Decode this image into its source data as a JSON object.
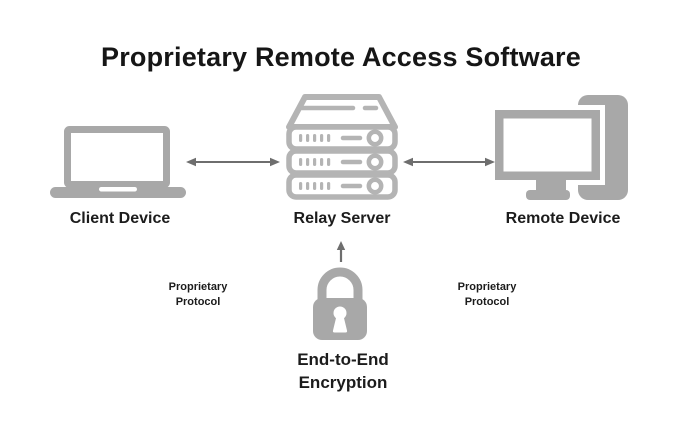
{
  "title": "Proprietary Remote Access Software",
  "nodes": {
    "client": {
      "label": "Client Device",
      "icon": "laptop-icon"
    },
    "relay": {
      "label": "Relay Server",
      "icon": "server-rack-icon"
    },
    "remote": {
      "label": "Remote Device",
      "icon": "desktop-computer-icon"
    }
  },
  "connections": {
    "client_relay": {
      "type": "bidirectional-arrow",
      "label": "Proprietary\nProtocol"
    },
    "relay_remote": {
      "type": "bidirectional-arrow",
      "label": "Proprietary\nProtocol"
    },
    "encryption_relay": {
      "type": "up-arrow"
    }
  },
  "encryption": {
    "label": "End-to-End\nEncryption",
    "icon": "padlock-icon"
  },
  "colors": {
    "background": "#ffffff",
    "title_text": "#161616",
    "label_text": "#1c1c1c",
    "icon_gray": "#a8a8a8",
    "server_outline_gray": "#b4b4b4",
    "arrow_gray": "#6e6e6e"
  }
}
